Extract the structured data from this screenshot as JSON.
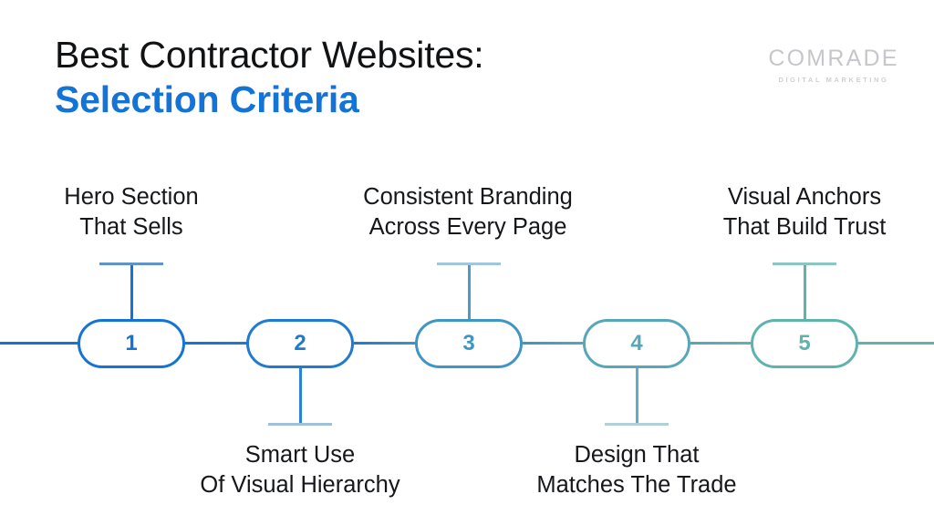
{
  "header": {
    "title_line1": "Best Contractor Websites:",
    "title_line2": "Selection Criteria",
    "title_accent_color": "#1473d6"
  },
  "logo": {
    "name": "COMRADE",
    "tagline": "DIGITAL MARKETING",
    "color": "#c6c7ca"
  },
  "diagram": {
    "type": "horizontal-timeline",
    "step_count": 5,
    "steps": [
      {
        "number": "1",
        "label_line1": "Hero Section",
        "label_line2": "That Sells",
        "position": "above",
        "color": "#1473d6"
      },
      {
        "number": "2",
        "label_line1": "Smart Use",
        "label_line2": "Of Visual Hierarchy",
        "position": "below",
        "color": "#1f7ad1"
      },
      {
        "number": "3",
        "label_line1": "Consistent Branding",
        "label_line2": "Across Every Page",
        "position": "above",
        "color": "#3f95c4"
      },
      {
        "number": "4",
        "label_line1": "Design That",
        "label_line2": "Matches The Trade",
        "position": "below",
        "color": "#56a7b8"
      },
      {
        "number": "5",
        "label_line1": "Visual Anchors",
        "label_line2": "That Build Trust",
        "position": "above",
        "color": "#5fb3ae"
      }
    ],
    "axis_start_color": "#1473d6",
    "axis_end_color": "#5fb3ae"
  }
}
